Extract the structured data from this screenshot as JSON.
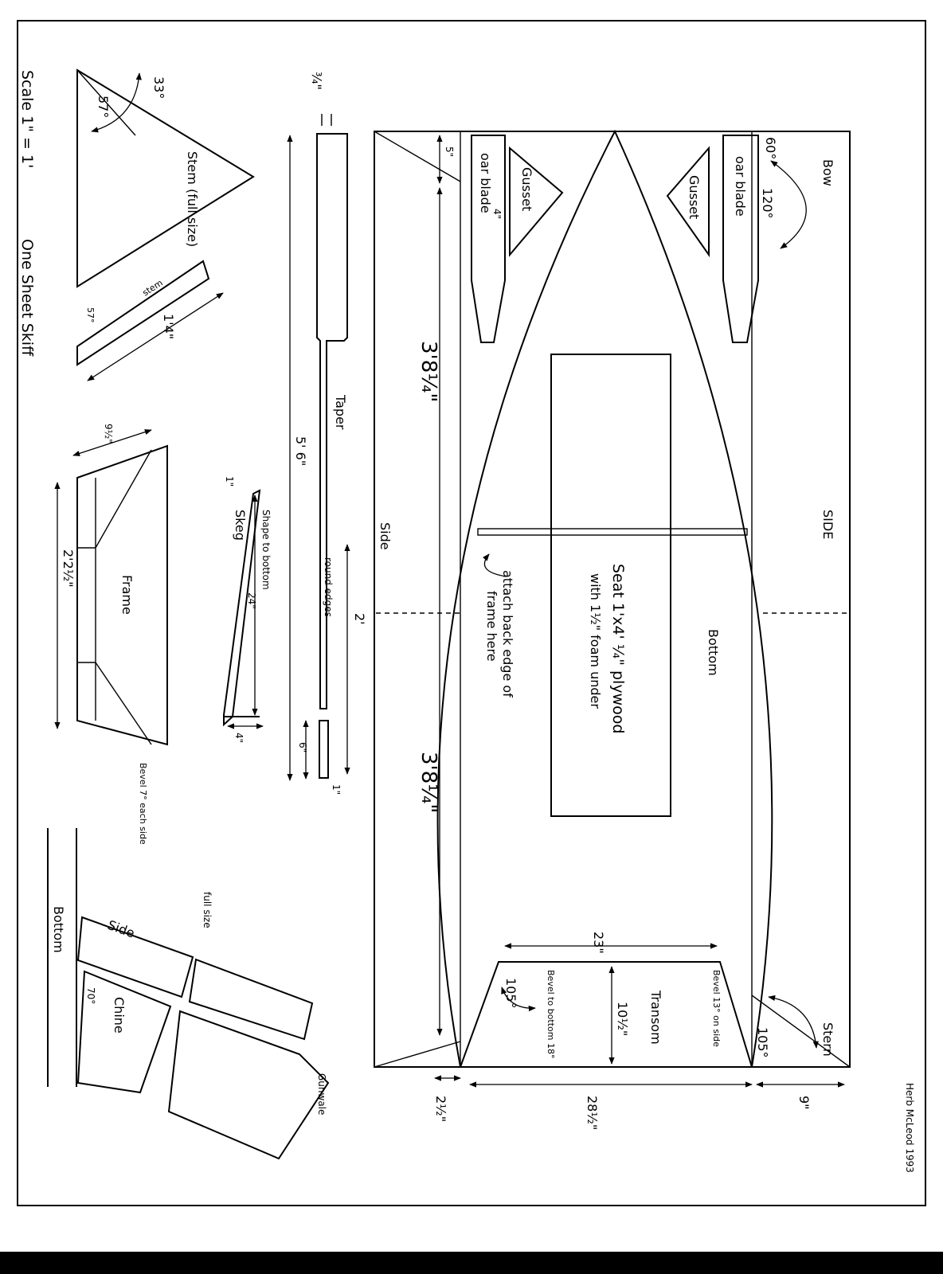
{
  "title_block": {
    "scale": "Scale 1\" = 1'",
    "name": "One Sheet Skiff",
    "author": "Herb McLeod 1993"
  },
  "stem_detail": {
    "label": "Stem (full size)",
    "angle_a": "33°",
    "angle_b": "57°",
    "stem_piece_label": "stem",
    "stem_piece_angle": "57°",
    "stem_piece_length": "1'4\""
  },
  "oar": {
    "handle": "¾\"",
    "length": "5' 6\"",
    "taper": "Taper",
    "round_edges": "round edges",
    "loom": "2'",
    "tip_len": "6\"",
    "tip_width": "1\""
  },
  "skeg": {
    "label": "Skeg",
    "top": "1\"",
    "shape_note": "Shape to bottom",
    "length": "24\"",
    "base": "4\""
  },
  "frame": {
    "label": "Frame",
    "leg": "9½\"",
    "width": "2'2½\"",
    "bevel": "Bevel 7° each side"
  },
  "section": {
    "full_size": "full size",
    "bottom": "Bottom",
    "side": "Side",
    "chine": "Chine",
    "angle": "70°",
    "gunwale": "Gunwale"
  },
  "layout": {
    "side_top": "SIDE",
    "side_bottom": "Side",
    "bottom": "Bottom",
    "bow": "Bow",
    "stern": "Stern",
    "transom": "Transom",
    "oar_blade_1": "oar blade",
    "oar_blade_2": "oar blade",
    "oar_blade_width": "4\"",
    "gusset_1": "Gusset",
    "gusset_2": "Gusset",
    "bow_small": "60°",
    "bow_large": "120°",
    "stern_angle_a": "105°",
    "stern_angle_b": "105°",
    "seat_line1": "Seat 1'x4' ¼\" plywood",
    "seat_line2": "with 1½\" foam under",
    "attach_line1": "attach back edge of",
    "attach_line2": "frame here",
    "half_a": "3'8¼\"",
    "half_b": "3'8¼\"",
    "bow_offset": "5\"",
    "transom_top": "23\"",
    "transom_height": "10½\"",
    "transom_bottom": "28½\"",
    "stern_offset": "9\"",
    "corner_offset": "2½\"",
    "bevel_side": "Bevel 13° on side",
    "bevel_bottom": "Bevel to bottom 18°"
  }
}
